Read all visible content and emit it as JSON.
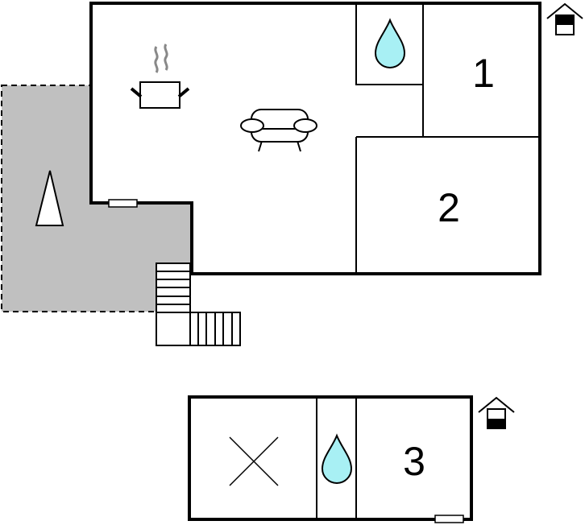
{
  "floor_plan": {
    "rooms": {
      "bedroom_1": "1",
      "bedroom_2": "2",
      "bedroom_3": "3"
    },
    "colors": {
      "terrace": "#c0c0c0",
      "water": "#a8f0f4",
      "wall": "#000000",
      "steam": "#888888"
    },
    "icons": [
      "house-entrance-icon",
      "cooking-pot-icon",
      "sofa-icon",
      "water-drop-icon",
      "tree-icon",
      "cross-icon",
      "stairs-icon",
      "window-icon"
    ]
  }
}
